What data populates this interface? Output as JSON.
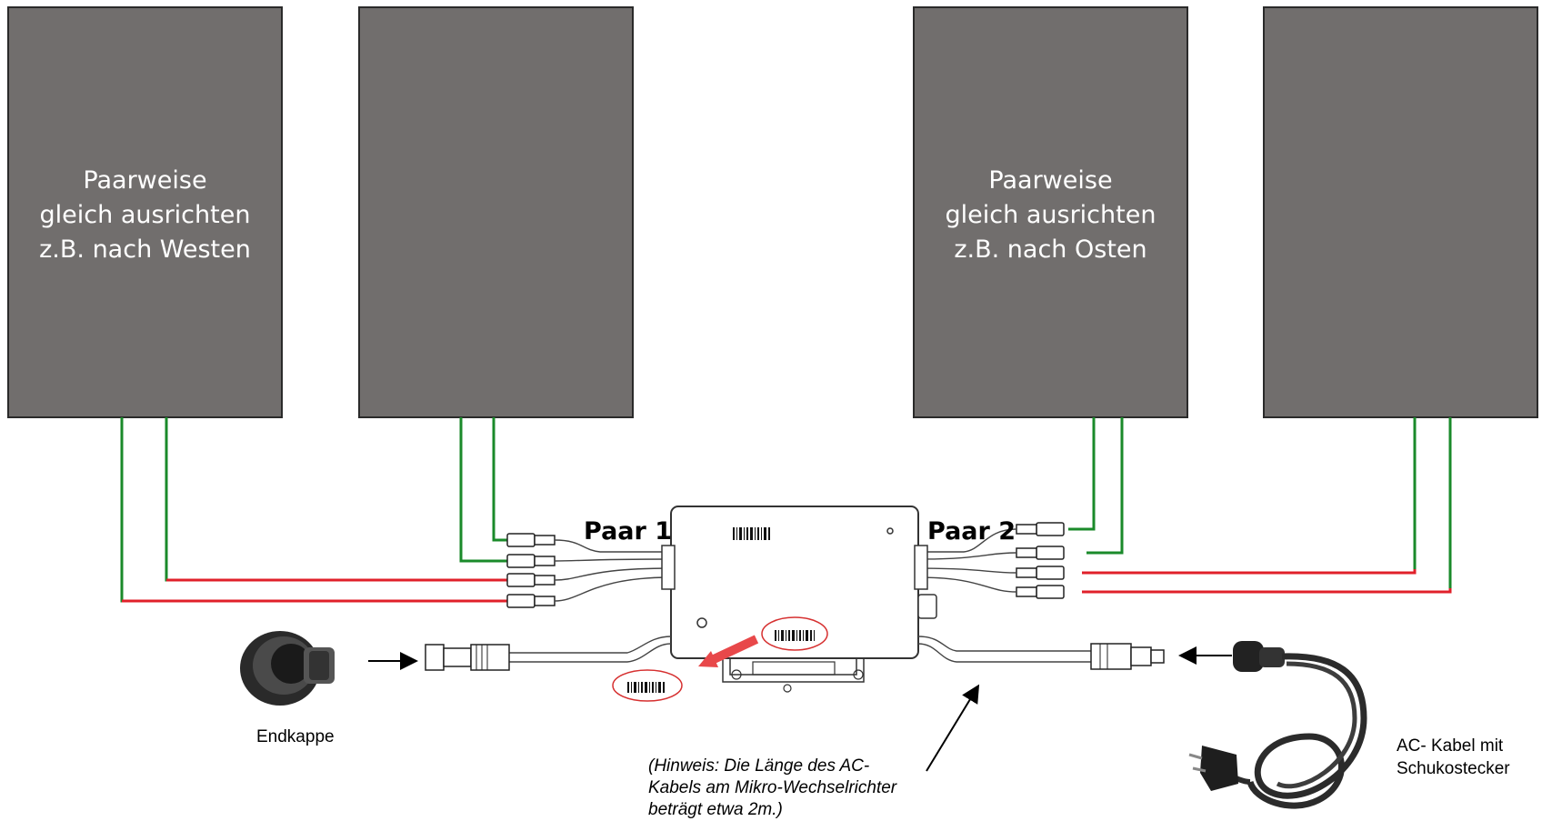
{
  "colors": {
    "panel": "#716e6d",
    "wire_dc_positive": "#1a8a2a",
    "wire_dc_negative": "#e0202a",
    "highlight_arrow": "#e8484a"
  },
  "panels": [
    {
      "lines": [
        "Paarweise",
        "gleich ausrichten",
        "z.B. nach Westen"
      ]
    },
    {
      "lines": []
    },
    {
      "lines": [
        "Paarweise",
        "gleich ausrichten",
        "z.B. nach Osten"
      ]
    },
    {
      "lines": []
    }
  ],
  "pair_labels": {
    "left": "Paar 1",
    "right": "Paar 2"
  },
  "end_cap_label": "Endkappe",
  "ac_cable_label": [
    "AC- Kabel mit",
    "Schukostecker"
  ],
  "note": [
    "(Hinweis: Die Länge des AC-",
    "Kabels am Mikro-Wechselrichter",
    "beträgt etwa 2m.)"
  ],
  "icons": [
    "solar-panel",
    "micro-inverter",
    "end-cap",
    "ac-connector",
    "schuko-plug-cable",
    "barcode-label",
    "arrow"
  ]
}
